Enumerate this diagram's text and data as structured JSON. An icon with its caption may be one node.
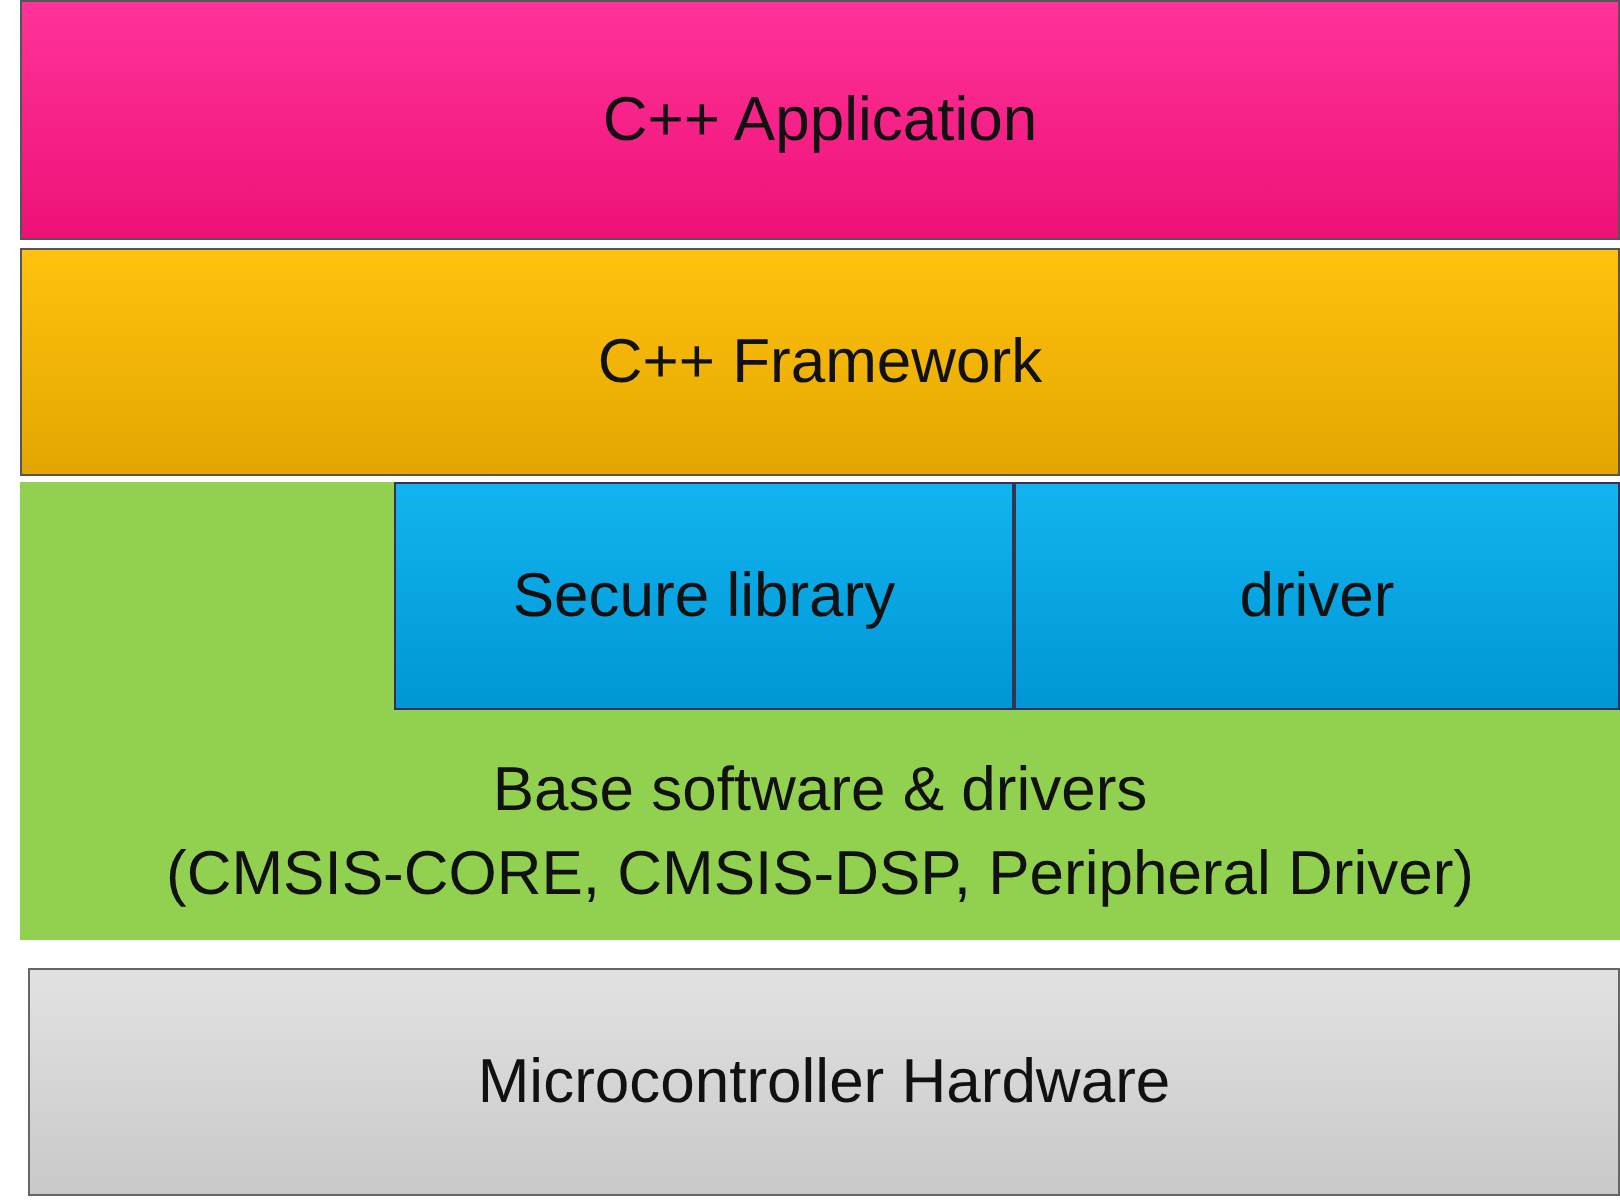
{
  "diagram": {
    "nodes": [
      {
        "text": [
          "C++ Application"
        ]
      },
      {
        "text": [
          "C++ Framework"
        ]
      },
      {
        "text": [
          "Base software & drivers",
          "(CMSIS-CORE, CMSIS-DSP, Peripheral Driver)"
        ]
      },
      {
        "text": [
          "Secure library"
        ],
        "in": 2
      },
      {
        "text": [
          "driver"
        ],
        "in": 2
      },
      {
        "text": [
          "Microcontroller Hardware"
        ]
      }
    ]
  }
}
